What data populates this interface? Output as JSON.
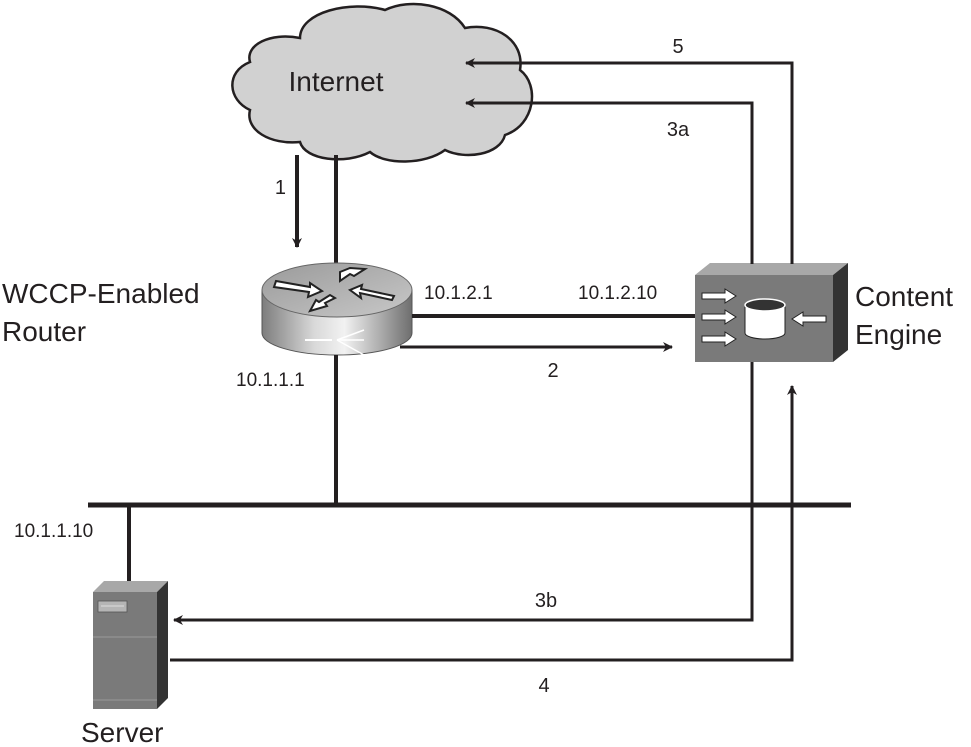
{
  "nodes": {
    "internet": {
      "label": "Internet"
    },
    "router": {
      "label_line1": "WCCP-Enabled",
      "label_line2": "Router"
    },
    "content_engine": {
      "label_line1": "Content",
      "label_line2": "Engine"
    },
    "server": {
      "label": "Server"
    }
  },
  "addresses": {
    "router_to_ce": "10.1.2.1",
    "ce_interface": "10.1.2.10",
    "router_lan": "10.1.1.1",
    "server": "10.1.1.10"
  },
  "flows": {
    "step1": "1",
    "step2": "2",
    "step3a": "3a",
    "step3b": "3b",
    "step4": "4",
    "step5": "5"
  },
  "colors": {
    "line": "#231f20",
    "cloud_fill": "#d1d1d1",
    "device_face": "#7a7a7a",
    "device_top": "#a8a8a8",
    "device_side": "#333333"
  }
}
